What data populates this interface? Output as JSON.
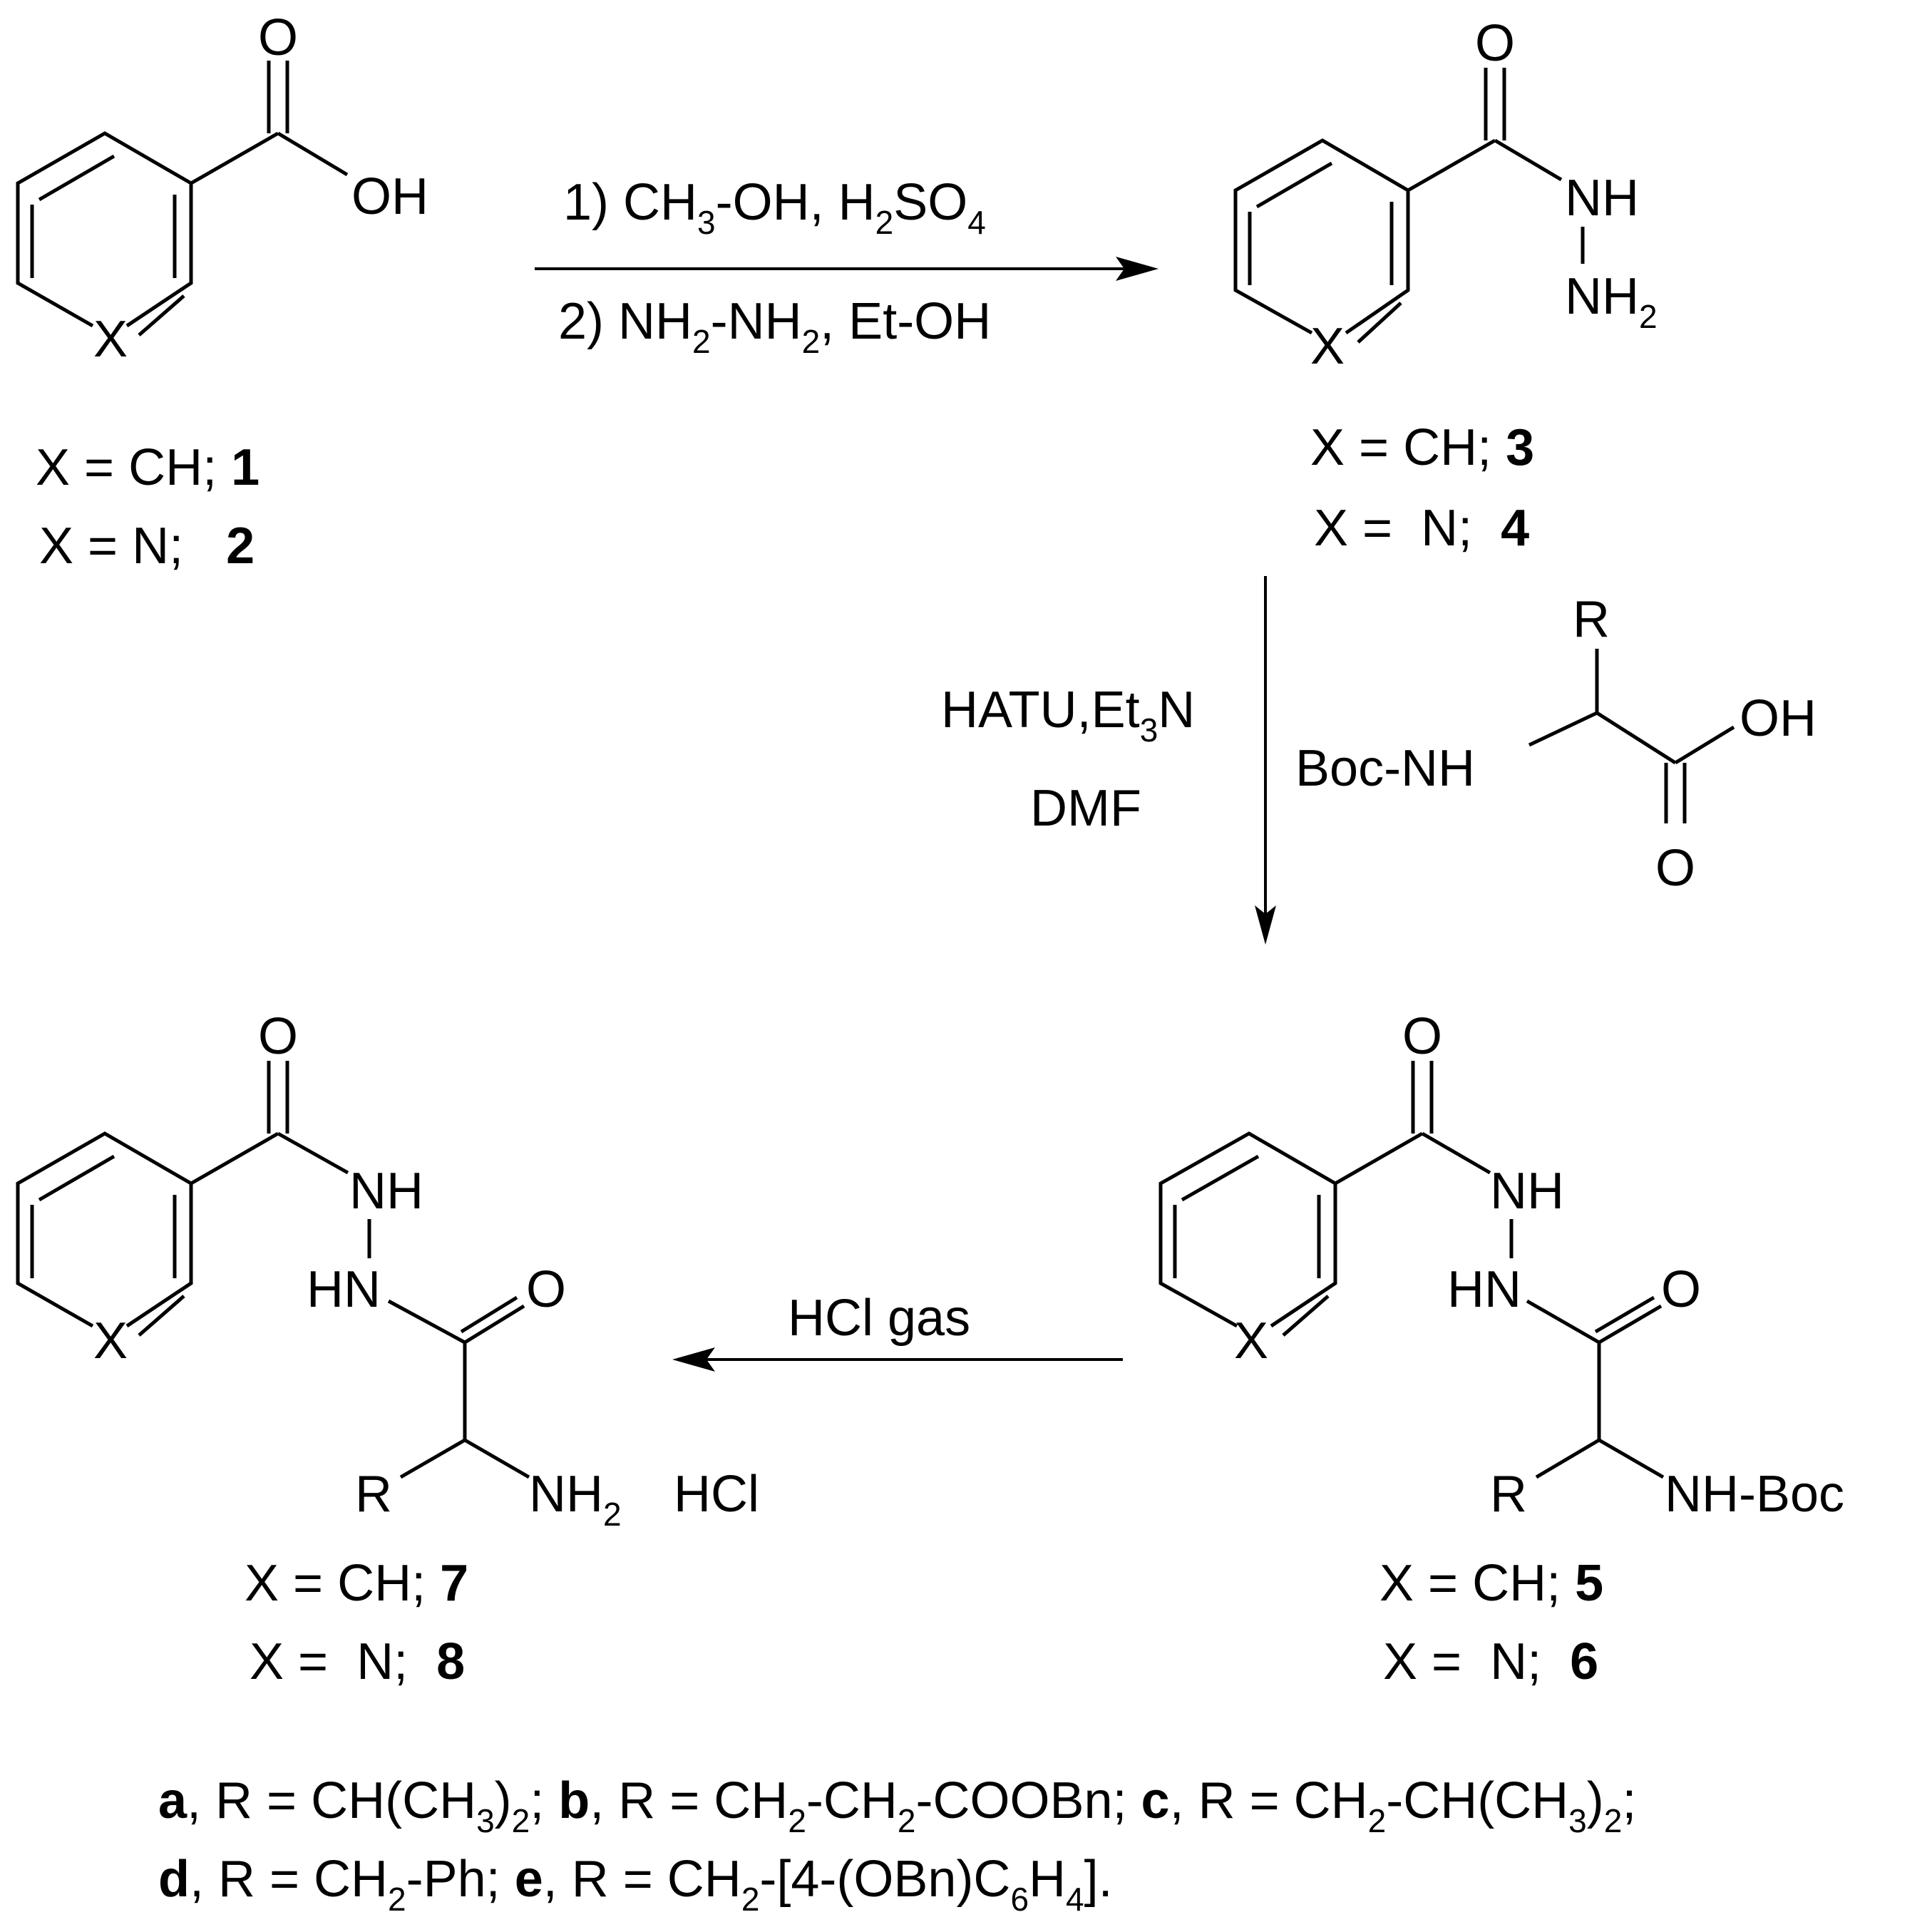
{
  "compound_1_2": {
    "oxygen": "O",
    "hydroxyl": "OH",
    "ring_x": "X",
    "label_line1": {
      "prefix": "X = CH; ",
      "number": "1"
    },
    "label_line2": {
      "prefix": "X = N;   ",
      "number": "2"
    }
  },
  "step1": {
    "line1": {
      "a": "1) CH",
      "sub1": "3",
      "b": "-OH, H",
      "sub2": "2",
      "c": "SO",
      "sub3": "4"
    },
    "line2": {
      "a": "2) NH",
      "sub1": "2",
      "b": "-NH",
      "sub2": "2",
      "c": ", Et-OH"
    }
  },
  "compound_3_4": {
    "oxygen": "O",
    "nh": "NH",
    "nh2": {
      "a": "NH",
      "sub": "2"
    },
    "ring_x": "X",
    "label_line1": {
      "prefix": "X = CH; ",
      "number": "3"
    },
    "label_line2": {
      "prefix": "X =  N;  ",
      "number": "4"
    }
  },
  "step2": {
    "reagent_line1": {
      "a": "HATU,Et",
      "sub": "3",
      "b": "N"
    },
    "reagent_line2": "DMF",
    "amino_acid": {
      "r": "R",
      "boc_nh": "Boc-NH",
      "oh": "OH",
      "o": "O"
    }
  },
  "compound_5_6": {
    "oxygen": "O",
    "nh": "NH",
    "hn": "HN",
    "oxygen2": "O",
    "r": "R",
    "nh_boc": "NH-Boc",
    "ring_x": "X",
    "label_line1": {
      "prefix": "X = CH; ",
      "number": "5"
    },
    "label_line2": {
      "prefix": "X =  N;  ",
      "number": "6"
    }
  },
  "step3": {
    "reagent": "HCl gas"
  },
  "compound_7_8": {
    "oxygen": "O",
    "nh": "NH",
    "hn": "HN",
    "oxygen2": "O",
    "r": "R",
    "nh2": {
      "a": "NH",
      "sub": "2"
    },
    "hcl": "HCl",
    "ring_x": "X",
    "label_line1": {
      "prefix": "X = CH; ",
      "number": "7"
    },
    "label_line2": {
      "prefix": "X =  N;  ",
      "number": "8"
    }
  },
  "footnote": {
    "line1": [
      {
        "bold": "a",
        "text": ", R = CH(CH",
        "sub1": "3",
        "text2": ")",
        "sub2": "2",
        "text3": "; "
      },
      {
        "bold": "b",
        "text": ", R = CH",
        "sub1": "2",
        "text2": "-CH",
        "sub2": "2",
        "text3": "-COOBn; "
      },
      {
        "bold": "c",
        "text": ", R = CH",
        "sub1": "2",
        "text2": "-CH(CH",
        "sub2": "3",
        "text3": ")",
        "sub3": "2",
        "text4": ";"
      }
    ],
    "line2": [
      {
        "bold": "d",
        "text": ", R = CH",
        "sub1": "2",
        "text2": "-Ph; "
      },
      {
        "bold": "e",
        "text": ", R = CH",
        "sub1": "2",
        "text2": "-[4-(OBn)C",
        "sub2": "6",
        "text3": "H",
        "sub3": "4",
        "text4": "]."
      }
    ]
  }
}
